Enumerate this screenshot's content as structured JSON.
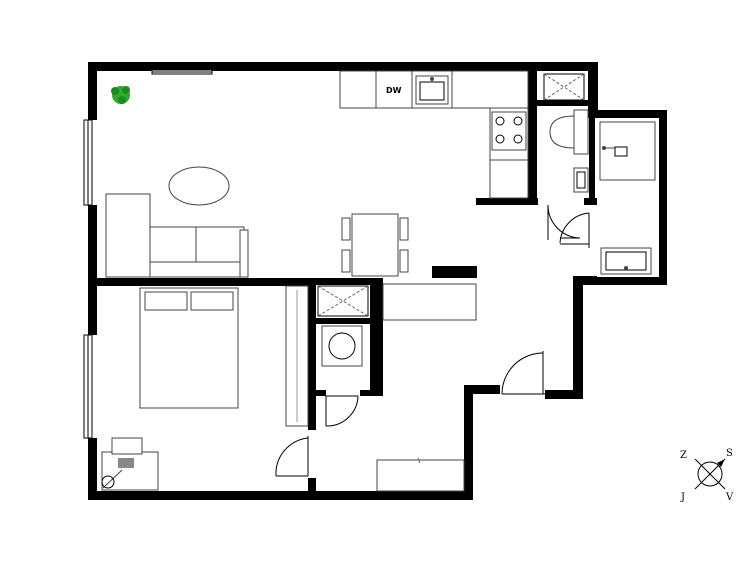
{
  "appliances": {
    "dishwasher": "DW"
  },
  "compass": {
    "north": "S",
    "west": "Z",
    "south": "J",
    "east": "V"
  },
  "colors": {
    "wall": "#000000",
    "plant": "#2eaa2e",
    "background": "#ffffff"
  }
}
